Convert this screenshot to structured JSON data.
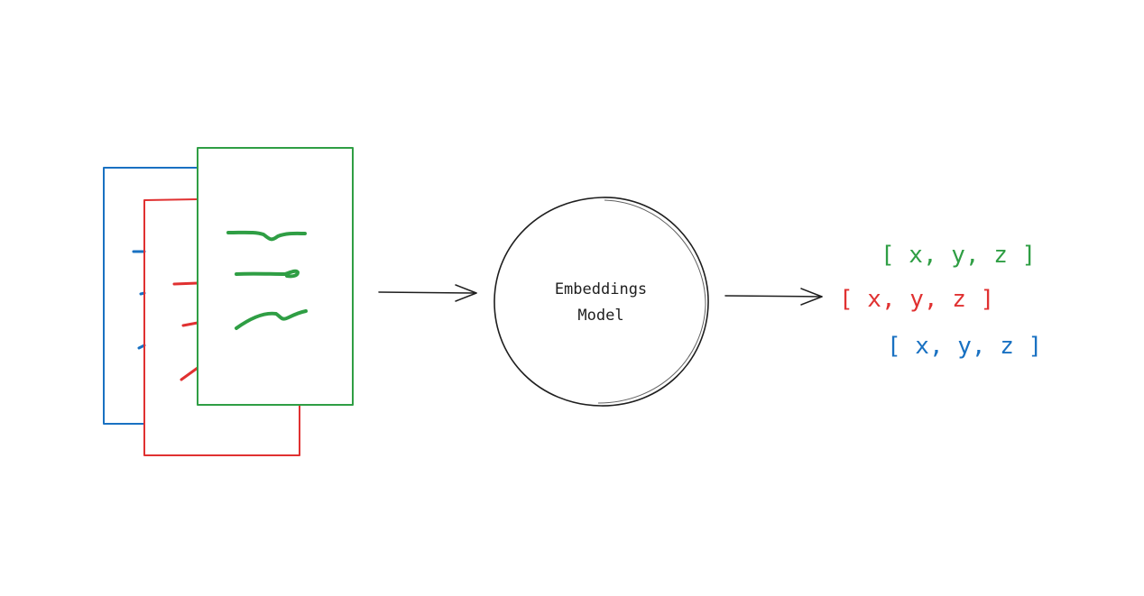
{
  "colors": {
    "blue": "#1971c2",
    "red": "#e03131",
    "green": "#2f9e44",
    "ink": "#1e1e1e",
    "background": "#ffffff"
  },
  "model": {
    "line1": "Embeddings",
    "line2": "Model"
  },
  "vectors": [
    {
      "color": "green",
      "text": "[ x, y, z ]"
    },
    {
      "color": "red",
      "text": "[ x, y, z ]"
    },
    {
      "color": "blue",
      "text": "[ x, y, z ]"
    }
  ]
}
